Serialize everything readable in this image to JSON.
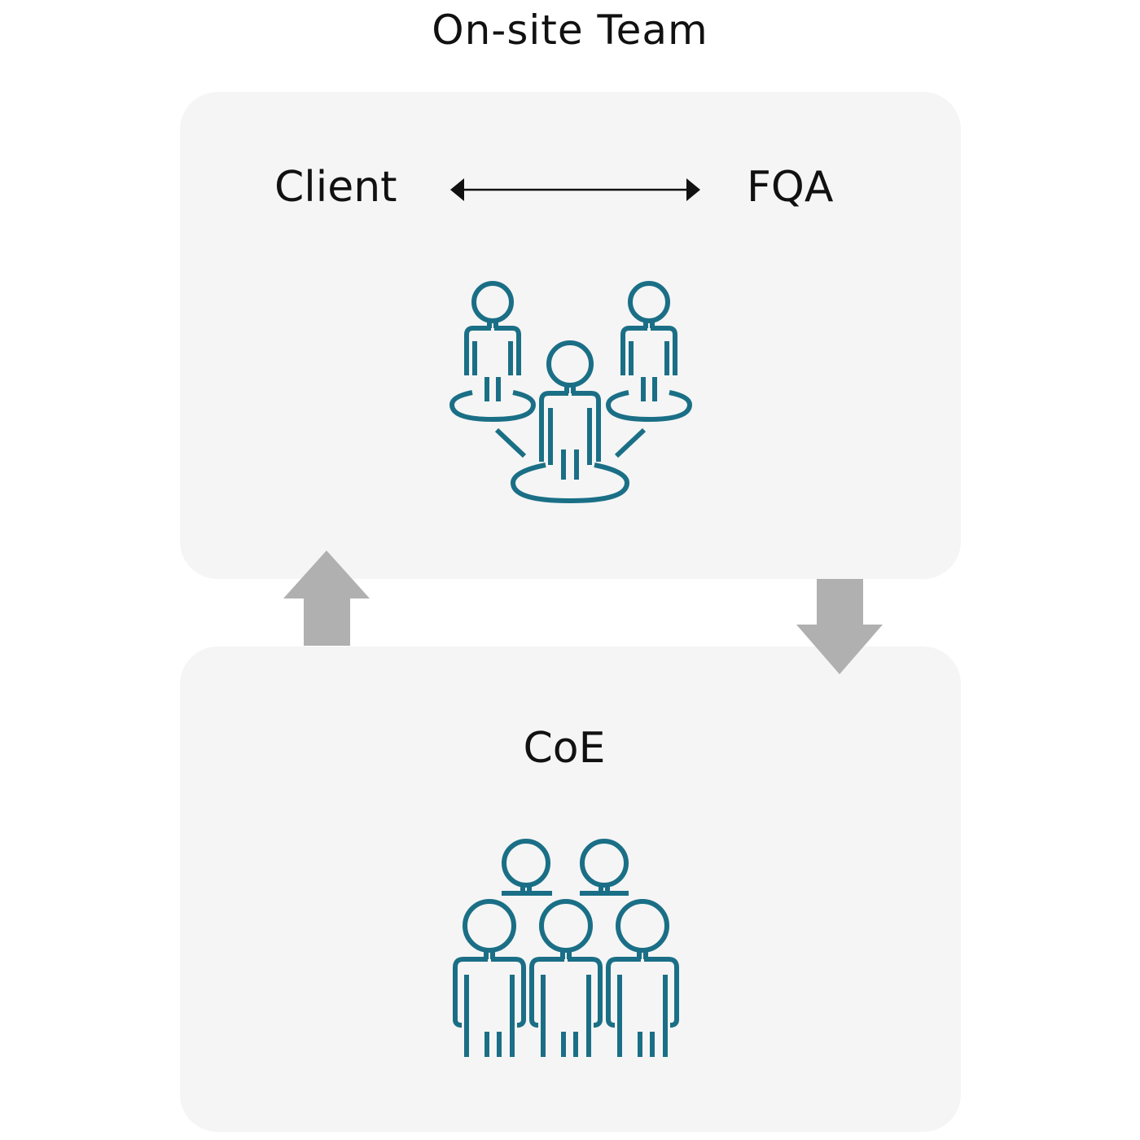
{
  "diagram": {
    "title": "On-site Team",
    "top_panel": {
      "left_label": "Client",
      "right_label": "FQA"
    },
    "bottom_panel": {
      "label": "CoE"
    },
    "colors": {
      "panel_background": "#f5f5f5",
      "icon_stroke": "#1a6f86",
      "flow_arrow": "#b0b0b0",
      "text": "#111111"
    },
    "icons": {
      "top": "connected-team-icon",
      "bottom": "group-team-icon"
    }
  }
}
